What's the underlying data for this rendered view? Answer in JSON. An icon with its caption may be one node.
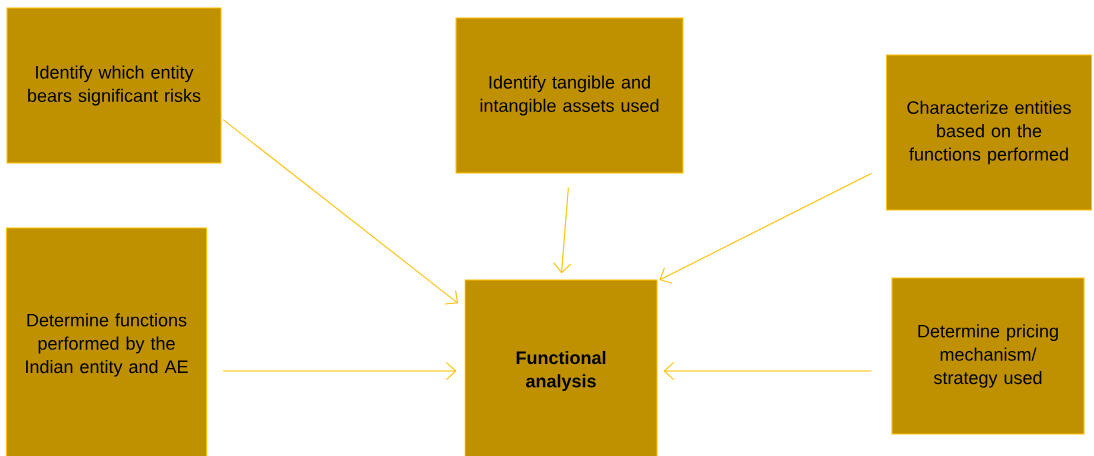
{
  "diagram": {
    "nodes": [
      {
        "text": [
          "Identify which entity bears significant risks"
        ]
      },
      {
        "text": [
          "Identify tangible and intangible assets used"
        ]
      },
      {
        "text": [
          "Characterize entities based on the functions performed"
        ]
      },
      {
        "text": [
          "Determine functions performed by the Indian entity and AE"
        ]
      },
      {
        "text": [
          "Functional analysis"
        ]
      },
      {
        "text": [
          "Determine pricing mechanism/ strategy used"
        ]
      }
    ],
    "edges": [
      {
        "from": 0,
        "to": 4,
        "arrow": "to"
      },
      {
        "from": 1,
        "to": 4,
        "arrow": "to"
      },
      {
        "from": 2,
        "to": 4,
        "arrow": "to"
      },
      {
        "from": 3,
        "to": 4,
        "arrow": "to"
      },
      {
        "from": 5,
        "to": 4,
        "arrow": "to"
      }
    ]
  }
}
